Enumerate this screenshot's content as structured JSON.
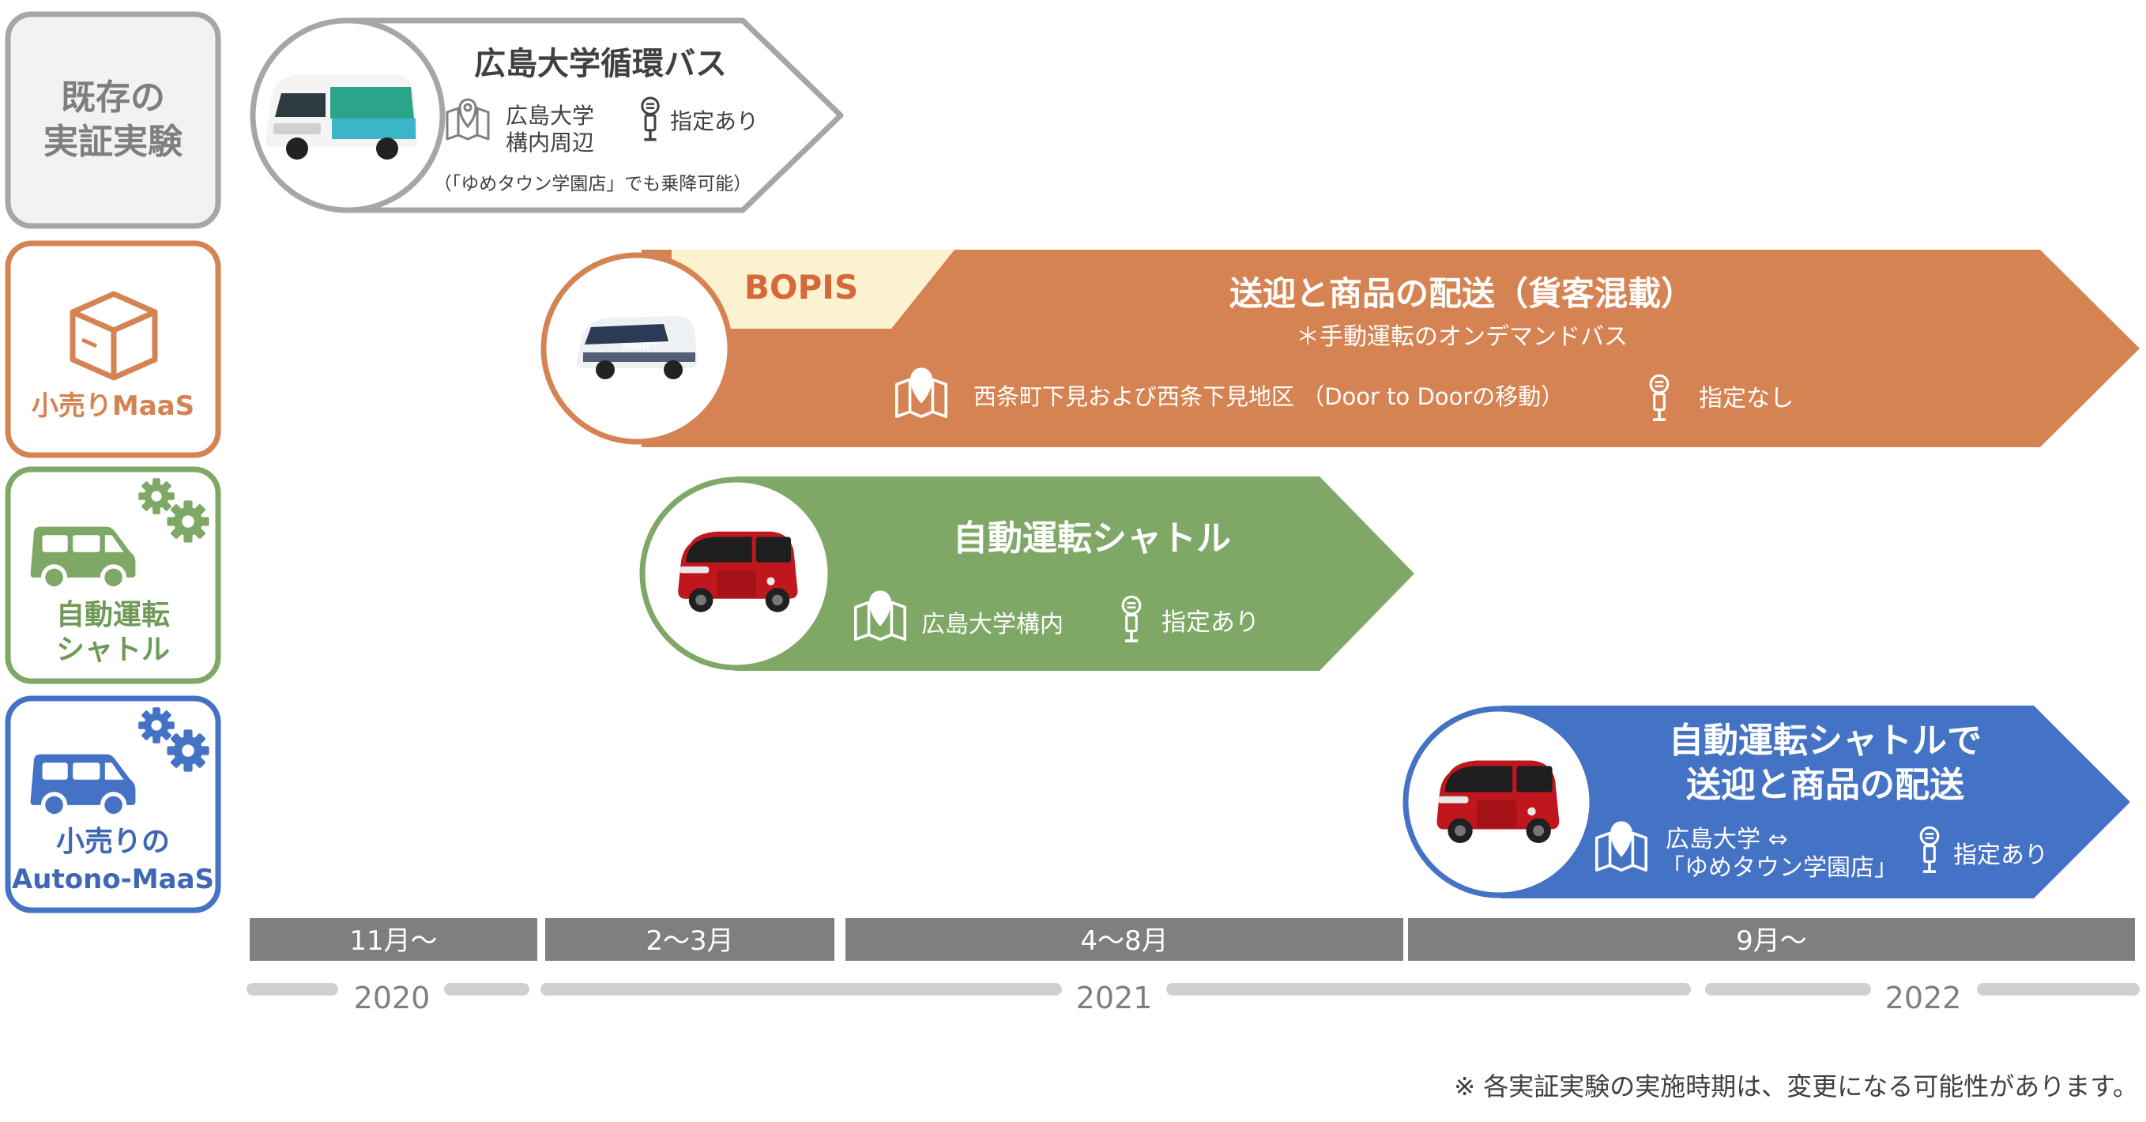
{
  "colors": {
    "gray": "#a6a6a6",
    "gray_text": "#7f7f7f",
    "orange": "#d58353",
    "green": "#7fa866",
    "blue": "#4472c4",
    "bopis_tab": "#fdf2d0",
    "timeline": "#7f7f7f",
    "year_bar": "#d0d0d0"
  },
  "categories": [
    {
      "id": "existing",
      "label_line1": "既存の",
      "label_line2": "実証実験",
      "icon": "none"
    },
    {
      "id": "retail",
      "label_line1": "小売りMaaS",
      "icon": "box-icon"
    },
    {
      "id": "shuttle",
      "label_line1": "自動運転",
      "label_line2": "シャトル",
      "icon": "car-gears-icon"
    },
    {
      "id": "autono",
      "label_line1": "小売りの",
      "label_line2": "Autono-MaaS",
      "icon": "car-gears-icon"
    }
  ],
  "projects": {
    "campus_bus": {
      "title": "広島大学循環バス",
      "area_line1": "広島大学",
      "area_line2": "構内周辺",
      "stop": "指定あり",
      "note": "（「ゆめタウン学園店」でも乗降可能）",
      "vehicle": "minibus-photo"
    },
    "retail_maas": {
      "tag": "BOPIS",
      "title": "送迎と商品の配送（貨客混載）",
      "subtitle": "＊手動運転のオンデマンドバス",
      "area": "西条町下見および西条下見地区 （Door to Doorの移動）",
      "stop": "指定なし",
      "vehicle": "van-photo",
      "vehicle_brand": "MONET"
    },
    "auto_shuttle": {
      "title": "自動運転シャトル",
      "area": "広島大学構内",
      "stop": "指定あり",
      "vehicle": "shuttle-photo"
    },
    "autono_maas": {
      "title_line1": "自動運転シャトルで",
      "title_line2": "送迎と商品の配送",
      "area_line1": "広島大学 ⇔",
      "area_line2": "「ゆめタウン学園店」",
      "stop": "指定あり",
      "vehicle": "shuttle-photo"
    }
  },
  "timeline": {
    "months": [
      "11月～",
      "2～3月",
      "4～8月",
      "9月～"
    ],
    "years": [
      "2020",
      "2021",
      "2022"
    ]
  },
  "footnote": "※ 各実証実験の実施時期は、変更になる可能性があります。"
}
